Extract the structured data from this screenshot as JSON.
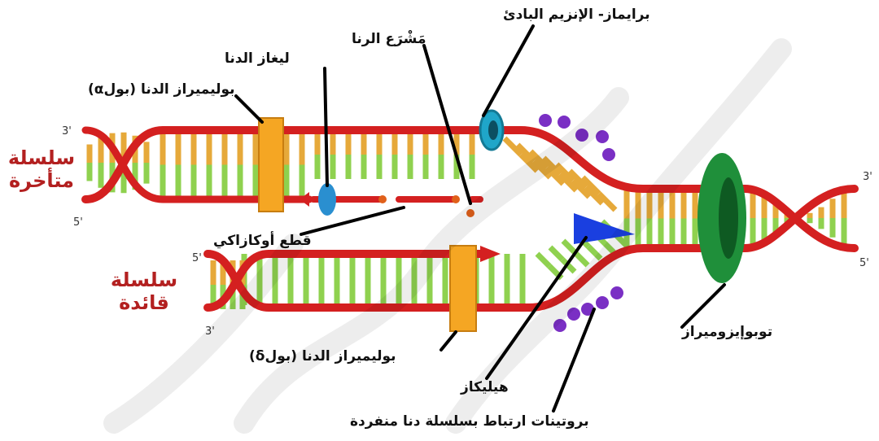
{
  "labels": {
    "primase": "برايماز- الإنزيم البادئ",
    "rna_primer": "مَشْرَع الرنا",
    "ligase": "ليغاز الدنا",
    "pol_alpha": "بوليميراز الدنا (بولα)",
    "okazaki": "قطع أوكازاكي",
    "pol_delta": "بوليميراز الدنا (بولδ)",
    "helicase": "هيليكاز",
    "ssb": "بروتينات ارتباط بسلسلة دنا منفردة",
    "topoisomerase": "توبوإيزوميراز",
    "lagging_line1": "سلسلة",
    "lagging_line2": "متأخرة",
    "leading_line1": "سلسلة",
    "leading_line2": "قائدة"
  },
  "ends": {
    "lag_top_left": "3'",
    "lag_bottom_left": "5'",
    "lead_top_left": "5'",
    "lead_bottom_left": "3'",
    "right_top": "3'",
    "right_bottom": "5'"
  },
  "colors": {
    "backbone": "#d42020",
    "base_green": "#8fd14f",
    "base_orange": "#e6a93a",
    "polymerase": "#f5a623",
    "helicase": "#1a3fe0",
    "topoisomerase": "#1f8f3a",
    "primase": "#1fa6c9",
    "ssb": "#7a2fc4",
    "ligase": "#2a8fd0",
    "strand_label": "#b32020"
  }
}
